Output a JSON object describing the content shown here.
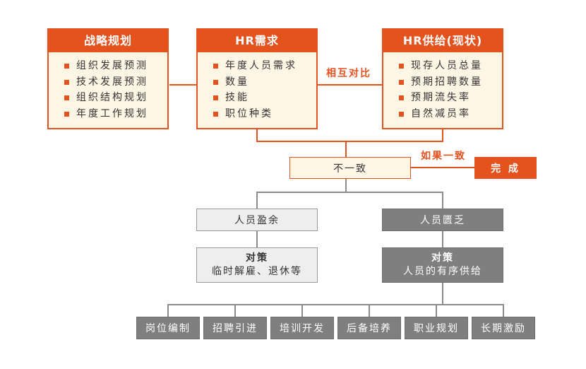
{
  "top_boxes": [
    {
      "title": "战略规划",
      "items": [
        "组织发展预测",
        "技术发展预测",
        "组织结构规划",
        "年度工作规划"
      ]
    },
    {
      "title": "HR需求",
      "items": [
        "年度人员需求",
        "数量",
        "技能",
        "职位种类"
      ]
    },
    {
      "title": "HR供给(现状)",
      "items": [
        "现存人员总量",
        "预期招聘数量",
        "预期流失率",
        "自然减员率"
      ]
    }
  ],
  "compare_label": "相互对比",
  "mismatch": {
    "label": "不一致"
  },
  "match": {
    "condition_label": "如果一致",
    "result_label": "完 成"
  },
  "surplus": {
    "label": "人员盈余",
    "strategy_title": "对策",
    "strategy_text": "临时解雇、退休等"
  },
  "shortage": {
    "label": "人员匮乏",
    "strategy_title": "对策",
    "strategy_text": "人员的有序供给"
  },
  "measures": [
    "岗位编制",
    "招聘引进",
    "培训开发",
    "后备培养",
    "职业规划",
    "长期激励"
  ],
  "colors": {
    "accent": "#e4521e",
    "cream": "#fdf6e5",
    "dark_gray": "#7f7f7f",
    "light_gray": "#eeeeee",
    "line_gray": "#8c8c8c",
    "text": "#333333"
  }
}
